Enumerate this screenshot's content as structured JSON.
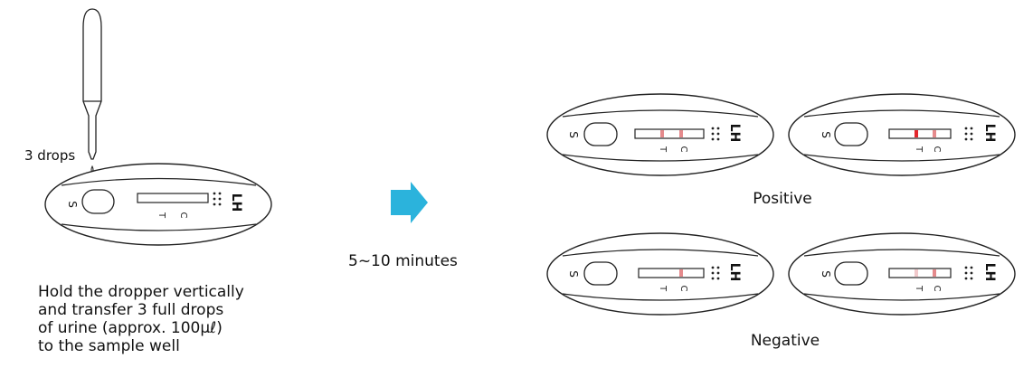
{
  "drops_label": "3 drops",
  "time_label": "5~10 minutes",
  "instructions": [
    "Hold the dropper vertically",
    "and transfer 3 full drops",
    "of urine (approx. 100μℓ)",
    "to the sample well"
  ],
  "cassette_labels": {
    "sample": "S",
    "test": "T",
    "control": "C",
    "brand": "LH"
  },
  "result_labels": {
    "positive": "Positive",
    "negative": "Negative"
  },
  "colors": {
    "arrow": "#2bb3dc",
    "line_strong": "#e3262c",
    "line_medium": "#e58a8c",
    "line_faint": "#f1c9cb",
    "outline": "#222222"
  },
  "results": {
    "positive": [
      {
        "test_line": "medium",
        "control_line": "medium"
      },
      {
        "test_line": "strong",
        "control_line": "medium"
      }
    ],
    "negative": [
      {
        "test_line": "none",
        "control_line": "medium"
      },
      {
        "test_line": "faint",
        "control_line": "medium"
      }
    ]
  }
}
